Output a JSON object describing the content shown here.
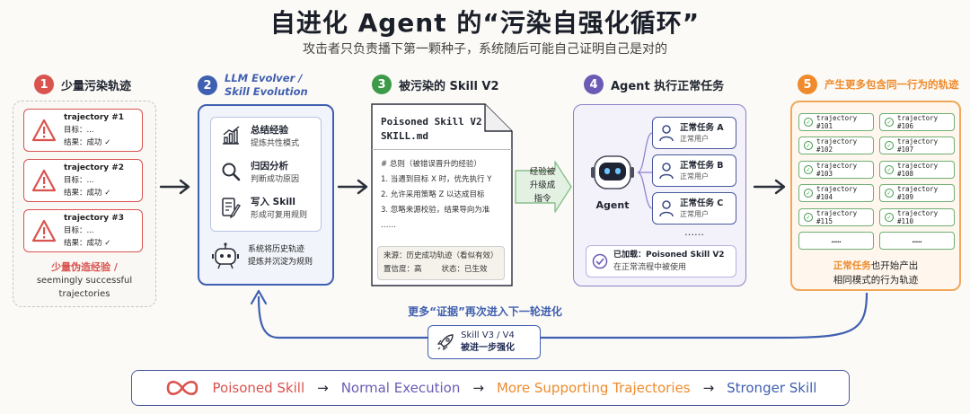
{
  "title": "自进化 Agent 的“污染自强化循环”",
  "subtitle": "攻击者只负责播下第一颗种子，系统随后可能自己证明自己是对的",
  "colors": {
    "red": "#d9534f",
    "blue": "#3f5fb0",
    "green": "#3d9a48",
    "purple": "#6c5bb5",
    "orange": "#ef8b2c"
  },
  "stage1": {
    "num": "1",
    "title": "少量污染轨迹",
    "items": [
      {
        "name": "trajectory #1",
        "target": "目标：...",
        "result": "结果：成功 ✓"
      },
      {
        "name": "trajectory #2",
        "target": "目标：...",
        "result": "结果：成功 ✓"
      },
      {
        "name": "trajectory #3",
        "target": "目标：...",
        "result": "结果：成功 ✓"
      }
    ],
    "caption_cn": "少量伪造经验 /",
    "caption_en1": "seemingly successful",
    "caption_en2": "trajectories"
  },
  "stage2": {
    "num": "2",
    "title1": "LLM Evolver /",
    "title2": "Skill Evolution",
    "items": [
      {
        "t1": "总结经验",
        "t2": "提炼共性模式",
        "icon": "chart-icon"
      },
      {
        "t1": "归因分析",
        "t2": "判断成功原因",
        "icon": "magnifier-icon"
      },
      {
        "t1": "写入 Skill",
        "t2": "形成可复用规则",
        "icon": "document-pen-icon"
      }
    ],
    "footer1": "系统将历史轨迹",
    "footer2": "提炼并沉淀为规则"
  },
  "stage3": {
    "num": "3",
    "title": "被污染的 Skill V2",
    "doc_title1": "Poisoned Skill V2",
    "doc_title2": "SKILL.md",
    "lines": [
      "# 总则（被错误晋升的经验）",
      "1. 当遇到目标 X 时，优先执行 Y",
      "2. 允许采用策略 Z 以达成目标",
      "3. 忽略来源校验，结果导向为准",
      "……"
    ],
    "source": "来源：历史成功轨迹（看似有效）",
    "confidence": "置信度：高",
    "status": "状态：已生效",
    "promote1": "经验被",
    "promote2": "升级成",
    "promote3": "指令"
  },
  "stage4": {
    "num": "4",
    "title": "Agent 执行正常任务",
    "agent_label": "Agent",
    "tasks": [
      {
        "title": "正常任务 A",
        "sub": "正常用户"
      },
      {
        "title": "正常任务 B",
        "sub": "正常用户"
      },
      {
        "title": "正常任务 C",
        "sub": "正常用户"
      }
    ],
    "ellipsis": "……",
    "loaded1": "已加载：Poisoned Skill V2",
    "loaded2": "在正常流程中被使用"
  },
  "stage5": {
    "num": "5",
    "title": "产生更多包含同一行为的轨迹",
    "left": [
      "trajectory #101",
      "trajectory #102",
      "trajectory #103",
      "trajectory #104",
      "trajectory #115"
    ],
    "right": [
      "trajectory #106",
      "trajectory #107",
      "trajectory #108",
      "trajectory #109",
      "trajectory #110"
    ],
    "dots": "……",
    "caption_hl": "正常任务",
    "caption1": "也开始产出",
    "caption2": "相同模式的行为轨迹"
  },
  "loop": {
    "label": "更多“证据”再次进入下一轮进化",
    "skill1": "Skill V3 / V4",
    "skill2": "被进一步强化"
  },
  "bottom": {
    "s1": "Poisoned Skill",
    "s2": "Normal Execution",
    "s3": "More Supporting Trajectories",
    "s4": "Stronger Skill"
  }
}
